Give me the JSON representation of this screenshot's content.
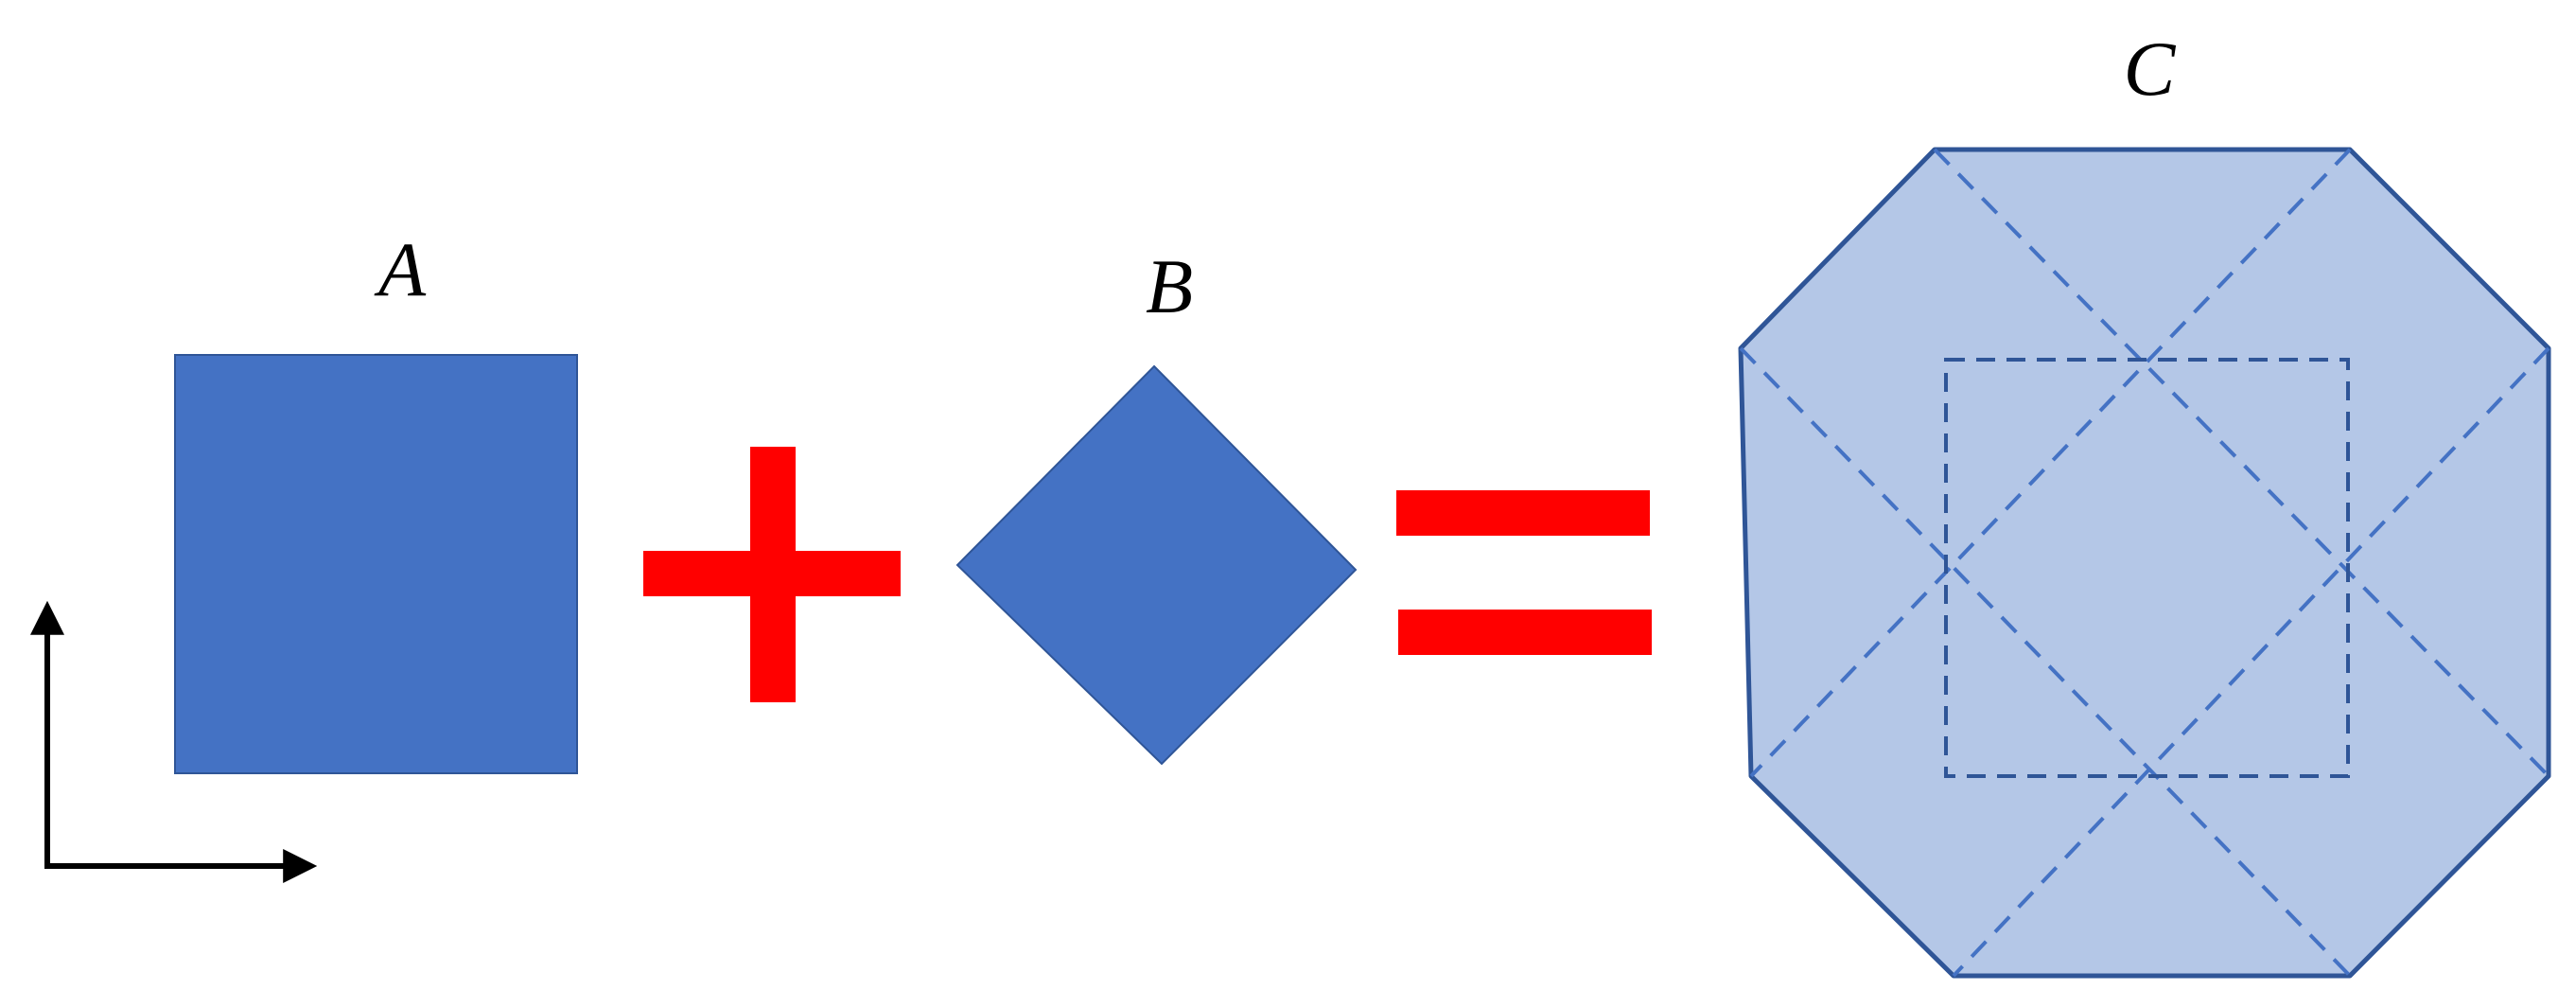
{
  "labels": {
    "a": "A",
    "b": "B",
    "c": "C"
  },
  "colors": {
    "shape_fill": "#4472C4",
    "octagon_fill": "#B4C7E7",
    "octagon_stroke": "#2F5597",
    "dashed_diagonal": "#4472C4",
    "dashed_square": "#2F5597",
    "operator": "#FF0000",
    "axes": "#000000",
    "background": "#FFFFFF"
  }
}
